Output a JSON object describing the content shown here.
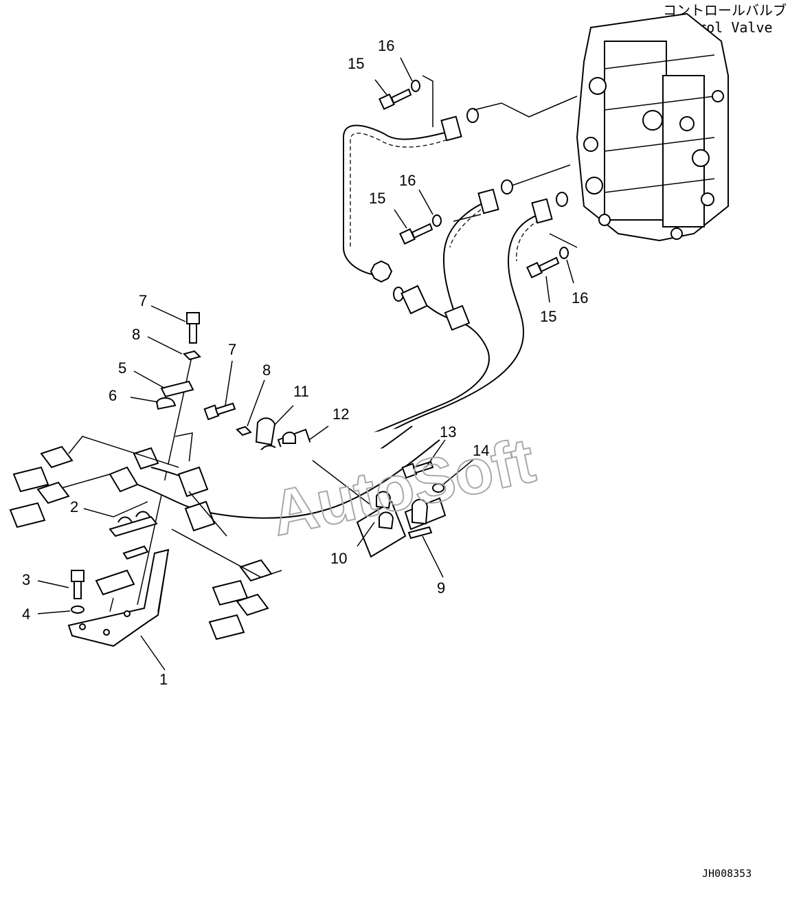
{
  "title": {
    "jp": "コントロールバルブ",
    "en": "Control Valve"
  },
  "drawing_number": "JH008353",
  "watermark": "AutoSoft",
  "callouts": {
    "c1": "1",
    "c2": "2",
    "c3": "3",
    "c4": "4",
    "c5": "5",
    "c6": "6",
    "c7a": "7",
    "c7b": "7",
    "c8a": "8",
    "c8b": "8",
    "c9": "9",
    "c10": "10",
    "c11": "11",
    "c12": "12",
    "c13": "13",
    "c14": "14",
    "c15a": "15",
    "c15b": "15",
    "c15c": "15",
    "c16a": "16",
    "c16b": "16",
    "c16c": "16"
  }
}
